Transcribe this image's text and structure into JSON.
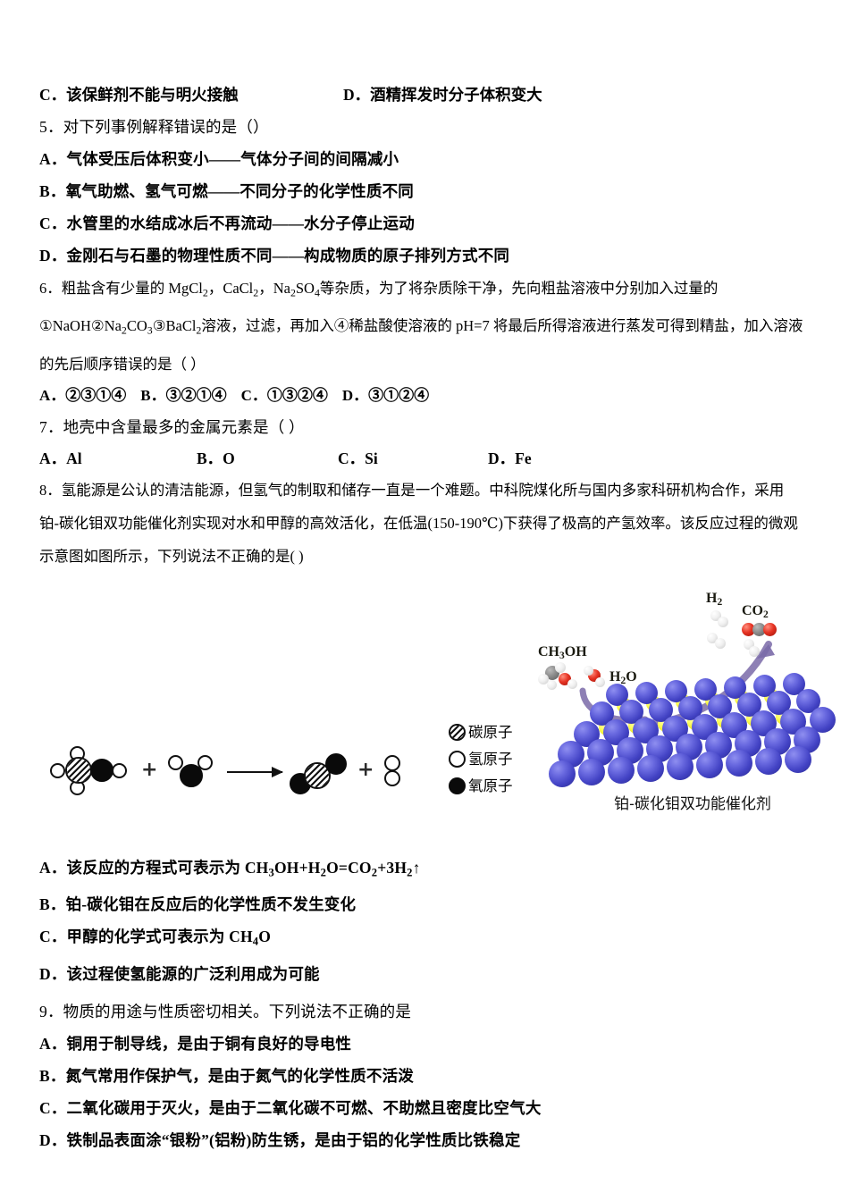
{
  "document": {
    "type": "chemistry-exam-page",
    "language": "zh-CN"
  },
  "q4_tail": {
    "option_c": "C．该保鲜剂不能与明火接触",
    "option_d": "D．酒精挥发时分子体积变大"
  },
  "q5": {
    "stem": "5．对下列事例解释错误的是（）",
    "options": [
      "A．气体受压后体积变小——气体分子间的间隔减小",
      "B．氧气助燃、氢气可燃——不同分子的化学性质不同",
      "C．水管里的水结成冰后不再流动——水分子停止运动",
      "D．金刚石与石墨的物理性质不同——构成物质的原子排列方式不同"
    ]
  },
  "q6": {
    "stem_line1_a": "6．粗盐含有少量的 MgCl",
    "stem_line1_b": "，CaCl",
    "stem_line1_c": "，Na",
    "stem_line1_d": "SO",
    "stem_line1_e": "等杂质，为了将杂质除干净，先向粗盐溶液中分别加入过量的",
    "stem_line2_a": "①NaOH②Na",
    "stem_line2_b": "CO",
    "stem_line2_c": "③BaCl",
    "stem_line2_d": "溶液，过滤，再加入④稀盐酸使溶液的 pH=7 将最后所得溶液进行蒸发可得到精盐，加入溶液",
    "stem_line3": "的先后顺序错误的是（    ）",
    "options": [
      "A．②③①④",
      "B．③②①④",
      "C．①③②④",
      "D．③①②④"
    ]
  },
  "q7": {
    "stem": "7．地壳中含量最多的金属元素是（    ）",
    "options": [
      "A．Al",
      "B．O",
      "C．Si",
      "D．Fe"
    ]
  },
  "q8": {
    "stem_line1": "8．氢能源是公认的清洁能源，但氢气的制取和储存一直是一个难题。中科院煤化所与国内多家科研机构合作，采用",
    "stem_line2": "铂-碳化钼双功能催化剂实现对水和甲醇的高效活化，在低温(150-190℃)下获得了极高的产氢效率。该反应过程的微观",
    "stem_line3": "示意图如图所示，下列说法不正确的是(  )",
    "figure": {
      "legend": [
        {
          "symbol": "carbon-atom-swatch",
          "label": "碳原子"
        },
        {
          "symbol": "hydrogen-atom-swatch",
          "label": "氢原子"
        },
        {
          "symbol": "oxygen-atom-swatch",
          "label": "氧原子"
        }
      ],
      "equation_operators": [
        "+",
        "→",
        "+"
      ],
      "equation_species": [
        "CH3OH",
        "H2O",
        "CO2",
        "H2"
      ],
      "catalyst_labels": {
        "methanol": "CH",
        "methanol_sub": "3",
        "methanol_tail": "OH",
        "water": "H",
        "water_sub": "2",
        "water_tail": "O",
        "hydrogen": "H",
        "hydrogen_sub": "2",
        "carbon_dioxide": "CO",
        "carbon_dioxide_sub": "2"
      },
      "caption": "铂-碳化钼双功能催化剂",
      "colors": {
        "lattice_metal": "#4242c4",
        "lattice_nonmetal": "#e8e01c",
        "oxygen": "#e63323",
        "carbon": "#8c8c8c",
        "hydrogen": "#f0f0f0",
        "arrow": "#7a6aa8"
      }
    },
    "options": [
      {
        "label": "A．",
        "pre": "该反应的方程式可表示为 CH",
        "s1": "3",
        "m1": "OH+H",
        "s2": "2",
        "m2": "O=CO",
        "s3": "2",
        "m3": "+3H",
        "s4": "2",
        "m4": "↑"
      },
      {
        "label": "B．",
        "text": "铂-碳化钼在反应后的化学性质不发生变化"
      },
      {
        "label": "C．",
        "pre": "甲醇的化学式可表示为 CH",
        "s1": "4",
        "m1": "O"
      },
      {
        "label": "D．",
        "text": "该过程使氢能源的广泛利用成为可能"
      }
    ]
  },
  "q9": {
    "stem": "9．物质的用途与性质密切相关。下列说法不正确的是",
    "options": [
      "A．铜用于制导线，是由于铜有良好的导电性",
      "B．氮气常用作保护气，是由于氮气的化学性质不活泼",
      "C．二氧化碳用于灭火，是由于二氧化碳不可燃、不助燃且密度比空气大",
      "D．铁制品表面涂“银粉”(铝粉)防生锈，是由于铝的化学性质比铁稳定"
    ]
  }
}
